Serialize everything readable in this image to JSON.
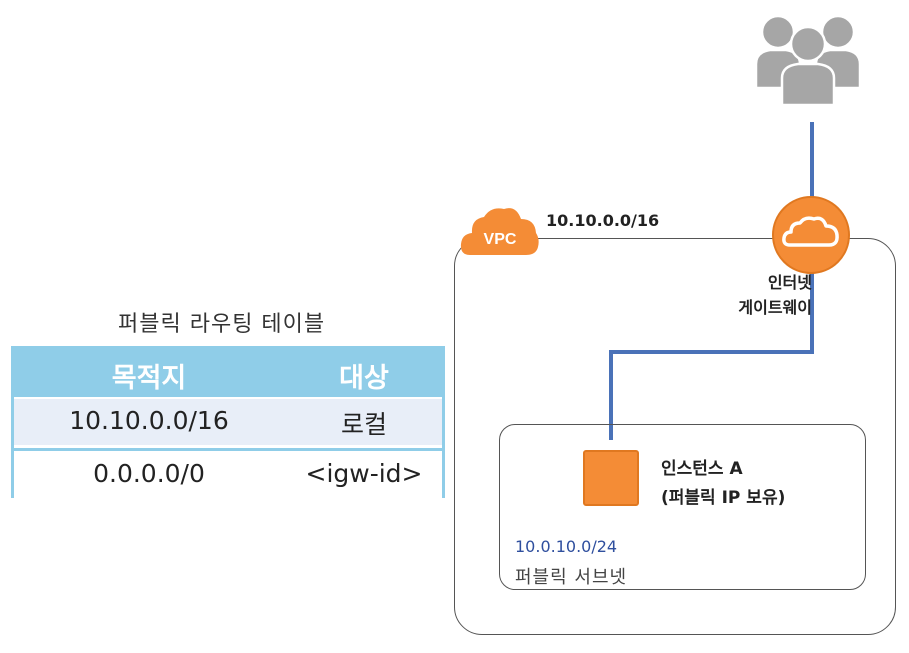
{
  "route_table": {
    "title": "퍼블릭 라우팅 테이블",
    "headers": [
      "목적지",
      "대상"
    ],
    "rows": [
      [
        "10.10.0.0/16",
        "로컬"
      ],
      [
        "0.0.0.0/0",
        "<igw-id>"
      ]
    ]
  },
  "vpc": {
    "badge": "VPC",
    "cidr": "10.10.0.0/16"
  },
  "igw": {
    "label_line1": "인터넷",
    "label_line2": "게이트웨이"
  },
  "instance": {
    "label_line1": "인스턴스 A",
    "label_line2": "(퍼블릭 IP 보유)"
  },
  "subnet": {
    "cidr": "10.0.10.0/24",
    "name": "퍼블릭 서브넷"
  },
  "colors": {
    "aws_orange": "#f48c36",
    "link_blue": "#4a72b8",
    "table_header": "#8fcde8",
    "table_row_alt": "#e8eef8",
    "users_gray": "#a6a6a6"
  },
  "icons": [
    "users-icon",
    "vpc-cloud-icon",
    "internet-gateway-icon",
    "ec2-instance-icon"
  ]
}
